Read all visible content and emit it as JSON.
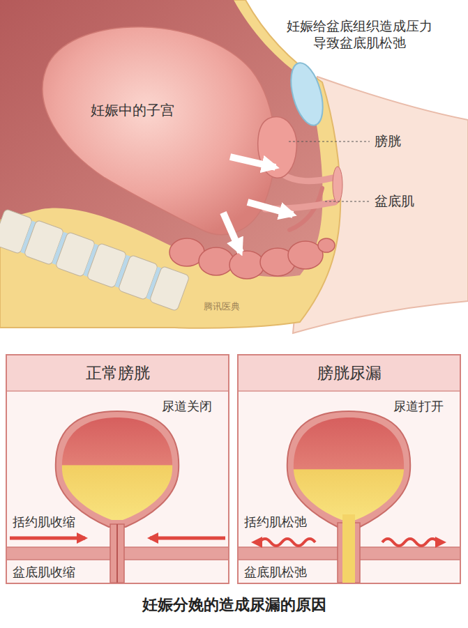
{
  "diagram": {
    "caption": "妊娠分娩的造成尿漏的原因",
    "nodes": [
      {
        "text": [
          "正常膀胱",
          "尿道关闭",
          "括约肌收缩",
          "盆底肌收缩"
        ]
      },
      {
        "text": [
          "膀胱尿漏",
          "尿道打开",
          "括约肌松弛",
          "盆底肌松弛"
        ]
      }
    ],
    "labels": [
      "妊娠给盆底组织造成压力 导致盆底肌松弛",
      "妊娠中的子宫",
      "膀胱",
      "盆底肌",
      "腾讯医典"
    ]
  }
}
